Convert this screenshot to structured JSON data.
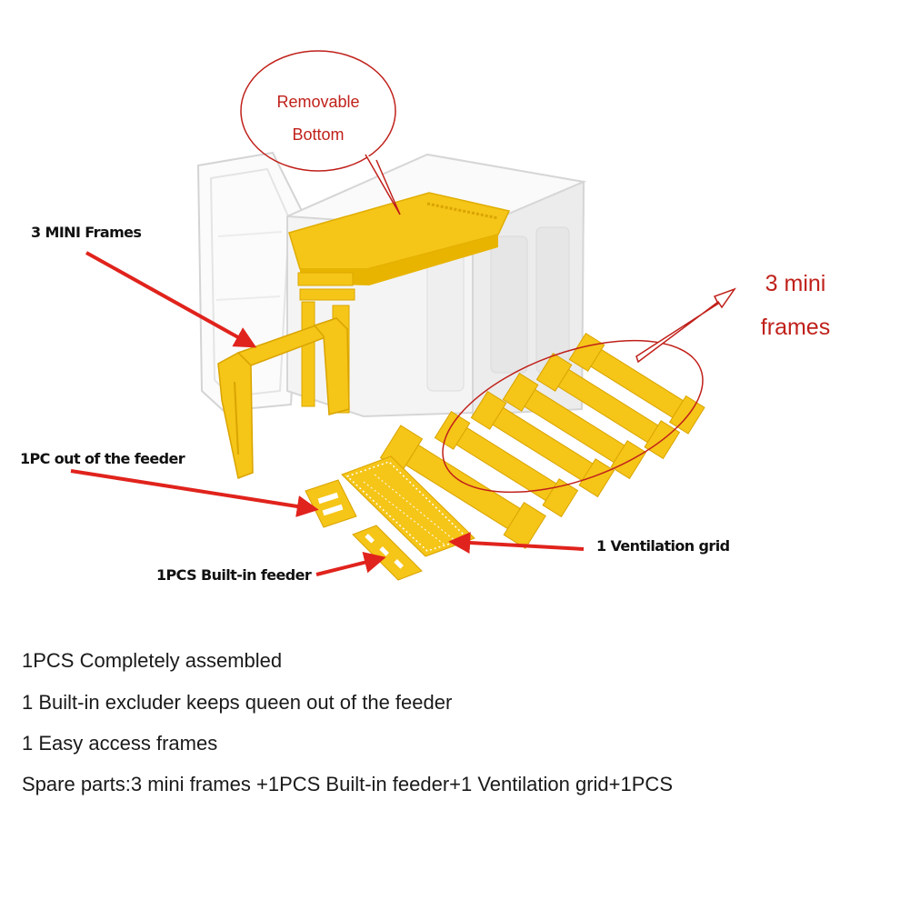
{
  "callouts": {
    "removable_bottom": [
      "Removable",
      "Bottom"
    ],
    "mini_frames_top": "3 MINI Frames",
    "mini_frames_right": [
      "3 mini",
      "frames"
    ],
    "out_of_feeder": "1PC out of the feeder",
    "ventilation_grid": "1 Ventilation grid",
    "builtin_feeder": "1PCS Built-in feeder"
  },
  "specs": [
    "1PCS Completely assembled",
    "1 Built-in excluder keeps queen out of the feeder",
    "1 Easy access frames",
    "Spare parts:3 mini frames +1PCS Built-in feeder+1 Ventilation grid+1PCS"
  ],
  "colors": {
    "frame_yellow": "#f5c518",
    "foam_white": "#f4f4f4",
    "annotation_red": "#c0201a",
    "arrow_red": "#e0231c"
  }
}
